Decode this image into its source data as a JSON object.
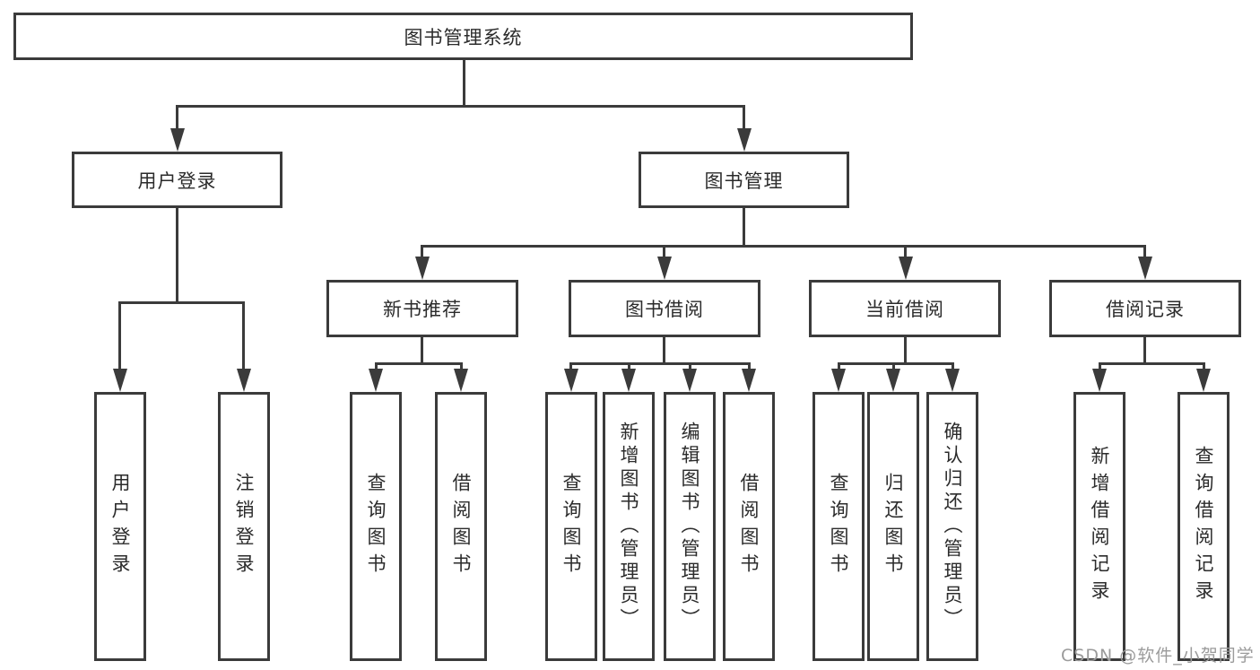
{
  "tree": {
    "root": {
      "label": "图书管理系统"
    },
    "level2": [
      {
        "label": "用户登录"
      },
      {
        "label": "图书管理"
      }
    ],
    "level3": [
      {
        "label": "新书推荐"
      },
      {
        "label": "图书借阅"
      },
      {
        "label": "当前借阅"
      },
      {
        "label": "借阅记录"
      }
    ],
    "leaves": [
      {
        "label": "用户登录"
      },
      {
        "label": "注销登录"
      },
      {
        "label": "查询图书"
      },
      {
        "label": "借阅图书"
      },
      {
        "label": "查询图书"
      },
      {
        "label": "新增图书（管理员）"
      },
      {
        "label": "编辑图书（管理员）"
      },
      {
        "label": "借阅图书"
      },
      {
        "label": "查询图书"
      },
      {
        "label": "归还图书"
      },
      {
        "label": "确认归还（管理员）"
      },
      {
        "label": "新增借阅记录"
      },
      {
        "label": "查询借阅记录"
      }
    ]
  },
  "watermark": {
    "text": "CSDN @软件_小贺同学"
  },
  "colors": {
    "line": "#3b3b3b",
    "text": "#2b2b2b",
    "background": "#ffffff",
    "watermark": "#9b9b9b"
  }
}
